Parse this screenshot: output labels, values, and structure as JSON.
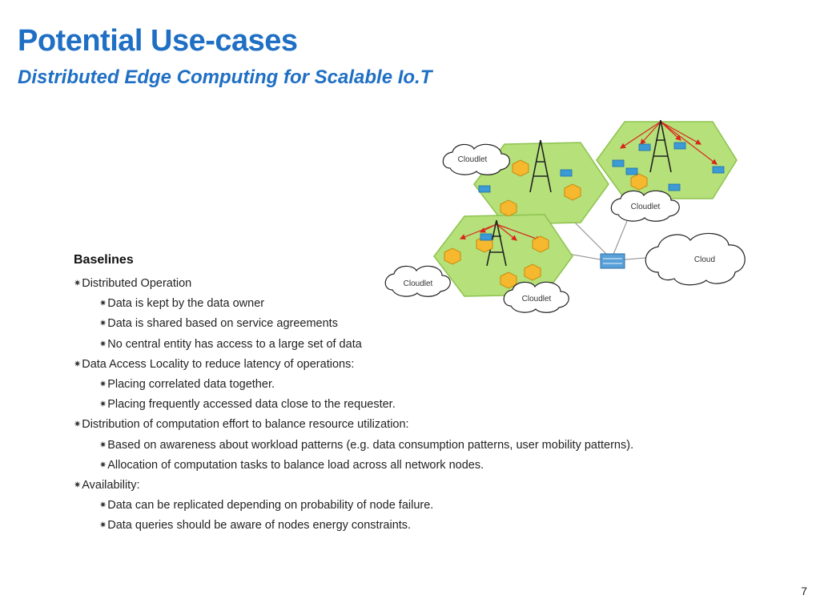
{
  "slide": {
    "title": "Potential Use-cases",
    "subtitle": "Distributed Edge Computing for Scalable Io.T",
    "page_number": "7"
  },
  "diagram": {
    "labels": {
      "cloudlet_top_left": "Cloudlet",
      "cloudlet_top_right": "Cloudlet",
      "cloudlet_left": "Cloudlet",
      "cloudlet_bottom": "Cloudlet",
      "cloud": "Cloud"
    },
    "colors": {
      "hexagon_fill": "#b5e07a",
      "hexagon_stroke": "#8ec34f",
      "node_fill": "#f5b82e",
      "device_fill": "#3c9bd6",
      "arrow": "#d9261c",
      "server_fill": "#5aa0d8"
    }
  },
  "content": {
    "heading": "Baselines",
    "bullet_glyph": "✷",
    "items": [
      {
        "level": 1,
        "text": "Distributed Operation"
      },
      {
        "level": 2,
        "text": "Data is kept by the data owner"
      },
      {
        "level": 2,
        "text": "Data is shared based on service agreements"
      },
      {
        "level": 2,
        "text": "No central entity has access to a large set of data"
      },
      {
        "level": 1,
        "text": "Data Access Locality to reduce latency of operations:"
      },
      {
        "level": 2,
        "text": "Placing correlated data together."
      },
      {
        "level": 2,
        "text": "Placing frequently accessed data close to the requester."
      },
      {
        "level": 1,
        "text": "Distribution of computation effort to balance resource utilization:"
      },
      {
        "level": 2,
        "text": "Based on awareness about workload patterns (e.g. data consumption patterns, user mobility patterns)."
      },
      {
        "level": 2,
        "text": "Allocation of computation tasks to balance load across all network nodes."
      },
      {
        "level": 1,
        "text": "Availability:"
      },
      {
        "level": 2,
        "text": "Data can be replicated depending on probability of node failure."
      },
      {
        "level": 2,
        "text": "Data queries should be aware of nodes energy constraints."
      }
    ]
  }
}
